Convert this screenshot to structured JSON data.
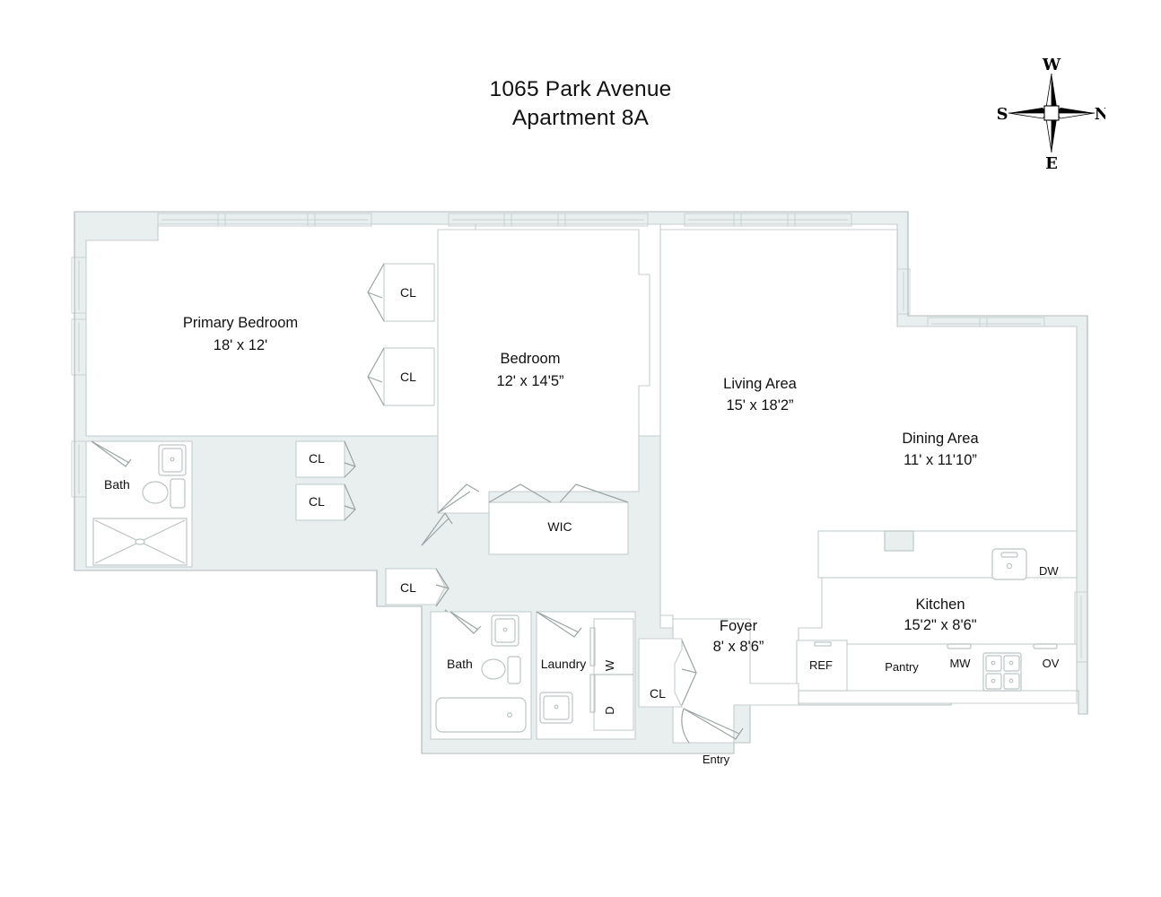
{
  "document": {
    "type": "floor-plan",
    "title_line_1": "1065 Park Avenue",
    "title_line_2": "Apartment 8A"
  },
  "compass": {
    "name": "compass-rose",
    "top": "W",
    "right": "N",
    "bottom": "E",
    "left": "S"
  },
  "colors": {
    "wall_fill": "#e9efef",
    "wall_stroke": "#b9c3c3",
    "interior_fill": "#ffffff",
    "fixture_stroke": "#b5bdbd",
    "text": "#111111"
  },
  "rooms": [
    {
      "id": "primary-bedroom",
      "name": "Primary Bedroom",
      "dimensions": "18' x 12'"
    },
    {
      "id": "bedroom",
      "name": "Bedroom",
      "dimensions": "12' x 14'5”"
    },
    {
      "id": "living-area",
      "name": "Living Area",
      "dimensions": "15' x 18'2”"
    },
    {
      "id": "dining-area",
      "name": "Dining Area",
      "dimensions": "11' x 11'10”"
    },
    {
      "id": "kitchen",
      "name": "Kitchen",
      "dimensions": "15'2\" x 8'6\""
    },
    {
      "id": "foyer",
      "name": "Foyer",
      "dimensions": "8' x 8'6”"
    },
    {
      "id": "primary-bath",
      "name": "Bath",
      "dimensions": ""
    },
    {
      "id": "second-bath",
      "name": "Bath",
      "dimensions": ""
    },
    {
      "id": "laundry",
      "name": "Laundry",
      "dimensions": ""
    },
    {
      "id": "wic",
      "name": "WIC",
      "dimensions": ""
    }
  ],
  "closets": {
    "label": "CL",
    "count": 6
  },
  "appliances": {
    "dishwasher": "DW",
    "refrigerator": "REF",
    "pantry": "Pantry",
    "microwave": "MW",
    "oven": "OV",
    "washer": "W",
    "dryer": "D"
  },
  "entry": {
    "label": "Entry"
  }
}
